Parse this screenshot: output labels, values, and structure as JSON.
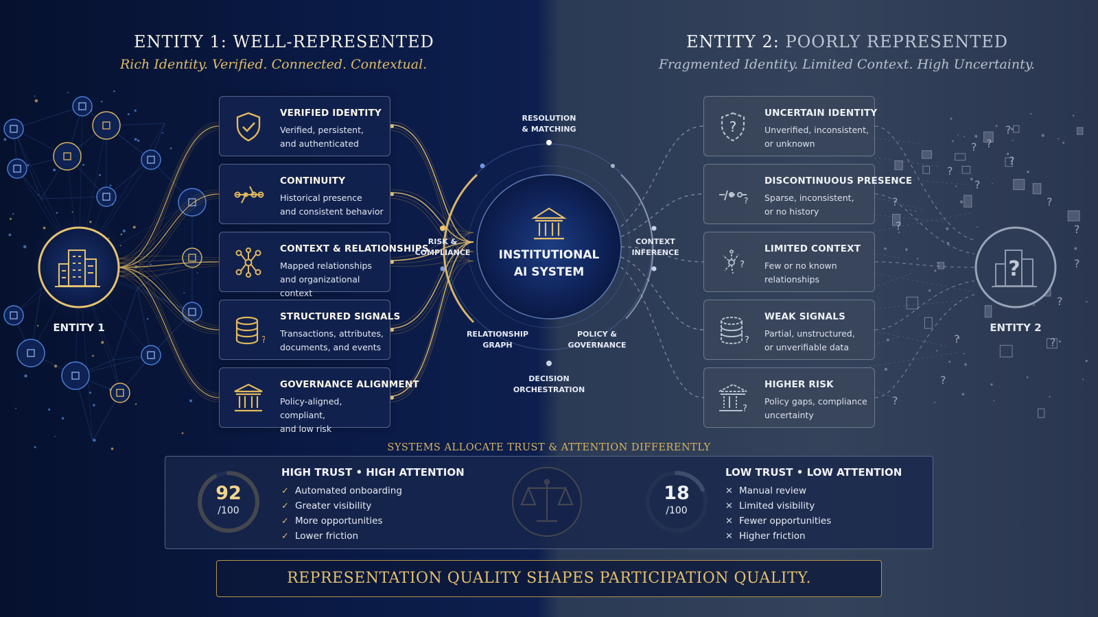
{
  "colors": {
    "gold": "#d9b45e",
    "gold_bright": "#f3d58a",
    "navy": "#0a1a45",
    "slate": "#34425a",
    "blue_node": "#3f7fd6",
    "gray": "#aab3c2"
  },
  "left_header": {
    "prefix": "ENTITY 1: ",
    "rest": "WELL-REPRESENTED",
    "subtitle": "Rich Identity. Verified. Connected. Contextual."
  },
  "right_header": {
    "prefix": "ENTITY 2: ",
    "rest": "POORLY REPRESENTED",
    "subtitle": "Fragmented Identity. Limited Context. High Uncertainty."
  },
  "entity1": {
    "label": "ENTITY 1",
    "icon": "buildings-icon"
  },
  "entity2": {
    "label": "ENTITY 2",
    "icon": "buildings-question-icon"
  },
  "left_cards": [
    {
      "title": "VERIFIED IDENTITY",
      "line1": "Verified, persistent,",
      "line2": "and authenticated",
      "icon": "shield-check-icon"
    },
    {
      "title": "CONTINUITY",
      "line1": "Historical presence",
      "line2": "and consistent behavior",
      "icon": "timeline-icon"
    },
    {
      "title": "CONTEXT & RELATIONSHIPS",
      "line1": "Mapped relationships",
      "line2": "and organizational context",
      "icon": "network-icon"
    },
    {
      "title": "STRUCTURED SIGNALS",
      "line1": "Transactions, attributes,",
      "line2": "documents, and events",
      "icon": "database-icon"
    },
    {
      "title": "GOVERNANCE ALIGNMENT",
      "line1": "Policy-aligned, compliant,",
      "line2": "and low risk",
      "icon": "institution-icon"
    }
  ],
  "right_cards": [
    {
      "title": "UNCERTAIN IDENTITY",
      "line1": "Unverified, inconsistent,",
      "line2": "or unknown",
      "icon": "shield-question-icon"
    },
    {
      "title": "DISCONTINUOUS PRESENCE",
      "line1": "Sparse, inconsistent,",
      "line2": "or no history",
      "icon": "broken-timeline-icon"
    },
    {
      "title": "LIMITED CONTEXT",
      "line1": "Few or no known",
      "line2": "relationships",
      "icon": "sparse-network-icon"
    },
    {
      "title": "WEAK SIGNALS",
      "line1": "Partial, unstructured,",
      "line2": "or unverifiable data",
      "icon": "database-question-icon"
    },
    {
      "title": "HIGHER RISK",
      "line1": "Policy gaps, compliance",
      "line2": "uncertainty",
      "icon": "institution-question-icon"
    }
  ],
  "hub": {
    "line1": "INSTITUTIONAL",
    "line2": "AI SYSTEM",
    "icon": "bank-icon",
    "labels": {
      "resolution": "RESOLUTION\n& MATCHING",
      "risk": "RISK &\nCOMPLIANCE",
      "context": "CONTEXT\nINFERENCE",
      "relationship": "RELATIONSHIP\nGRAPH",
      "policy": "POLICY &\nGOVERNANCE",
      "decision": "DECISION\nORCHESTRATION"
    }
  },
  "comparison": {
    "title": "SYSTEMS ALLOCATE TRUST & ATTENTION DIFFERENTLY",
    "high": {
      "score": 92,
      "denominator": "/100",
      "heading": "HIGH TRUST  •  HIGH ATTENTION",
      "items": [
        "Automated onboarding",
        "Greater visibility",
        "More opportunities",
        "Lower friction"
      ],
      "mark": "✓"
    },
    "low": {
      "score": 18,
      "denominator": "/100",
      "heading": "LOW TRUST  •  LOW ATTENTION",
      "items": [
        "Manual review",
        "Limited visibility",
        "Fewer opportunities",
        "Higher friction"
      ],
      "mark": "✕"
    },
    "icon": "scales-icon"
  },
  "banner": "REPRESENTATION QUALITY SHAPES PARTICIPATION QUALITY."
}
